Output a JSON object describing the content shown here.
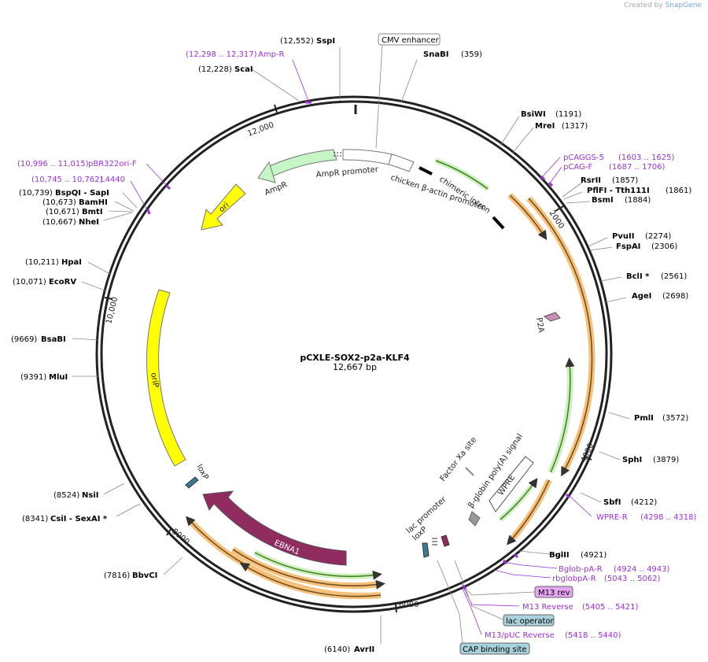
{
  "header": {
    "created_by": "Created by",
    "brand": "SnapGene"
  },
  "plasmid": {
    "name": "pCXLE-SOX2-p2a-KLF4",
    "size": "12,667 bp",
    "length": 12667
  },
  "tick_labels": [
    "2000",
    "4000",
    "6000",
    "8000",
    "10,000",
    "12,000"
  ],
  "sites": [
    {
      "name": "SspI",
      "pos": "(12,552)"
    },
    {
      "name": "SnaBI",
      "pos": "(359)"
    },
    {
      "name": "ScaI",
      "pos": "(12,228)"
    },
    {
      "name": "BsiWI",
      "pos": "(1191)"
    },
    {
      "name": "MreI",
      "pos": "(1317)"
    },
    {
      "name": "RsrII",
      "pos": "(1857)"
    },
    {
      "name": "PflFI - Tth111I",
      "pos": "(1861)"
    },
    {
      "name": "BsmI",
      "pos": "(1884)"
    },
    {
      "name": "PvuII",
      "pos": "(2274)"
    },
    {
      "name": "FspAI",
      "pos": "(2306)"
    },
    {
      "name": "BclI *",
      "pos": "(2561)"
    },
    {
      "name": "AgeI",
      "pos": "(2698)"
    },
    {
      "name": "PmlI",
      "pos": "(3572)"
    },
    {
      "name": "SphI",
      "pos": "(3879)"
    },
    {
      "name": "SbfI",
      "pos": "(4212)"
    },
    {
      "name": "BglII",
      "pos": "(4921)"
    },
    {
      "name": "AvrII",
      "pos": "(6140)"
    },
    {
      "name": "BbvCI",
      "pos": "(7816)"
    },
    {
      "name": "CsiI - SexAI *",
      "pos": "(8341)"
    },
    {
      "name": "NsiI",
      "pos": "(8524)"
    },
    {
      "name": "MluI",
      "pos": "(9391)"
    },
    {
      "name": "BsaBI",
      "pos": "(9669)"
    },
    {
      "name": "EcoRV",
      "pos": "(10,071)"
    },
    {
      "name": "HpaI",
      "pos": "(10,211)"
    },
    {
      "name": "NheI",
      "pos": "(10,667)"
    },
    {
      "name": "BmtI",
      "pos": "(10,671)"
    },
    {
      "name": "BamHI",
      "pos": "(10,673)"
    },
    {
      "name": "BspQI - SapI",
      "pos": "(10,739)"
    }
  ],
  "primers": [
    {
      "name": "Amp-R",
      "pos": "(12,298 .. 12,317)"
    },
    {
      "name": "pBR322ori-F",
      "pos": "(10,996 .. 11,015)"
    },
    {
      "name": "L4440",
      "pos": "(10,745 .. 10,762)"
    },
    {
      "name": "pCAGGS-5",
      "pos": "(1603 .. 1625)"
    },
    {
      "name": "pCAG-F",
      "pos": "(1687 .. 1706)"
    },
    {
      "name": "WPRE-R",
      "pos": "(4298 .. 4318)"
    },
    {
      "name": "Bglob-pA-R",
      "pos": "(4924 .. 4943)"
    },
    {
      "name": "rbglobpA-R",
      "pos": "(5043 .. 5062)"
    },
    {
      "name": "M13 Reverse",
      "pos": "(5405 .. 5421)"
    },
    {
      "name": "M13/pUC Reverse",
      "pos": "(5418 .. 5440)"
    }
  ],
  "boxed_features": [
    "CMV enhancer",
    "M13 rev",
    "lac operator",
    "CAP binding site"
  ],
  "features": [
    "AmpR",
    "AmpR promoter",
    "chicken β-actin promoter",
    "chimeric intron",
    "ori",
    "oriP",
    "P2A",
    "loxP",
    "EBNA1",
    "lac promoter",
    "loxP",
    "β-globin poly(A) signal",
    "WPRE",
    "Factor Xa site"
  ],
  "colors": {
    "enzyme_text": "#000000",
    "primer": "#9b30d9",
    "amp": "#c6f5c6",
    "ori": "#ffff00",
    "orip": "#ffff00",
    "ebna1": "#902c5f",
    "orf_green": "#7fd65a",
    "orf_orange": "#f7c07a",
    "lox": "#3a7b93",
    "boxed_blue": "#a9d3dc",
    "boxed_purple": "#e3a6f0"
  }
}
